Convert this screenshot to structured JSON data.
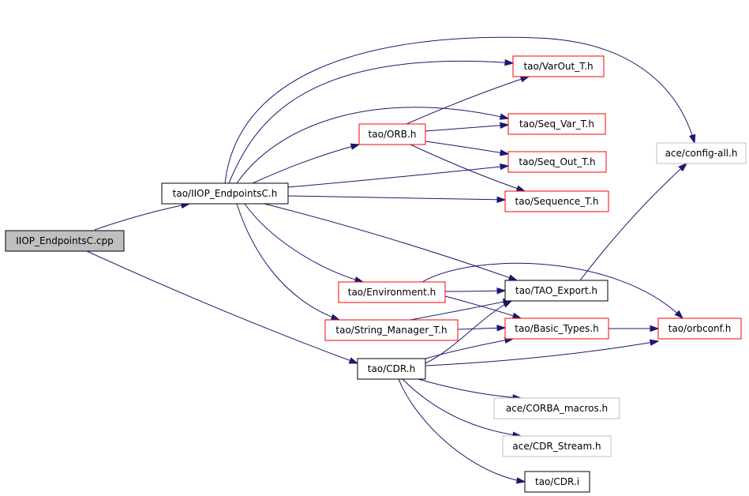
{
  "colors": {
    "edge": "#191970",
    "root_fill": "#bfbfbf",
    "normal_border": "#000000",
    "red_border": "#ff0000",
    "gray_border": "#bfbfbf"
  },
  "nodes": [
    {
      "id": "iiop-endpointsc-cpp",
      "label": "IIOP_EndpointsC.cpp",
      "style": "root"
    },
    {
      "id": "tao-iiop-endpointsc-h",
      "label": "tao/IIOP_EndpointsC.h",
      "style": "normal"
    },
    {
      "id": "tao-orb-h",
      "label": "tao/ORB.h",
      "style": "red"
    },
    {
      "id": "tao-varout-t-h",
      "label": "tao/VarOut_T.h",
      "style": "red"
    },
    {
      "id": "tao-seq-var-t-h",
      "label": "tao/Seq_Var_T.h",
      "style": "red"
    },
    {
      "id": "tao-seq-out-t-h",
      "label": "tao/Seq_Out_T.h",
      "style": "red"
    },
    {
      "id": "tao-sequence-t-h",
      "label": "tao/Sequence_T.h",
      "style": "red"
    },
    {
      "id": "ace-config-all-h",
      "label": "ace/config-all.h",
      "style": "gray"
    },
    {
      "id": "tao-environment-h",
      "label": "tao/Environment.h",
      "style": "red"
    },
    {
      "id": "tao-tao-export-h",
      "label": "tao/TAO_Export.h",
      "style": "normal"
    },
    {
      "id": "tao-string-manager-t-h",
      "label": "tao/String_Manager_T.h",
      "style": "red"
    },
    {
      "id": "tao-basic-types-h",
      "label": "tao/Basic_Types.h",
      "style": "red"
    },
    {
      "id": "tao-orbconf-h",
      "label": "tao/orbconf.h",
      "style": "red"
    },
    {
      "id": "tao-cdr-h",
      "label": "tao/CDR.h",
      "style": "normal"
    },
    {
      "id": "ace-corba-macros-h",
      "label": "ace/CORBA_macros.h",
      "style": "gray"
    },
    {
      "id": "ace-cdr-stream-h",
      "label": "ace/CDR_Stream.h",
      "style": "gray"
    },
    {
      "id": "tao-cdr-i",
      "label": "tao/CDR.i",
      "style": "normal"
    }
  ]
}
